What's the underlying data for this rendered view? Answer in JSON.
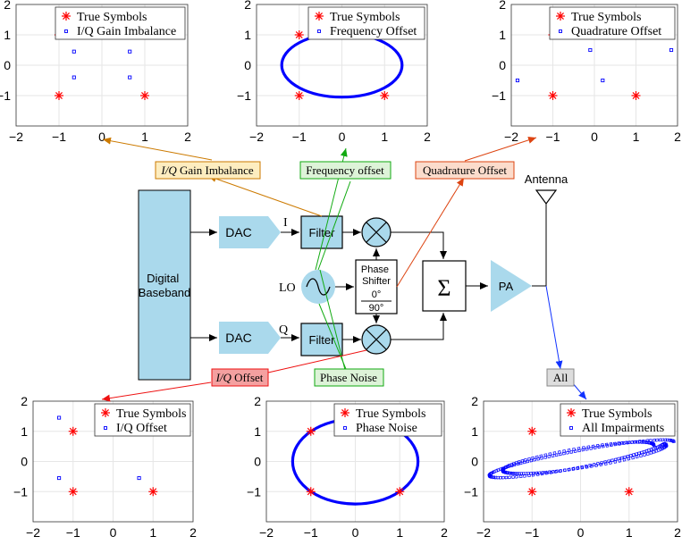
{
  "colors": {
    "block_fill": "#aad9ec",
    "true_symbol": "#ff0000",
    "measured_symbol": "#0000ff",
    "arrow_gain": "#cc7a00",
    "arrow_freq": "#11aa11",
    "arrow_quad": "#dd4411",
    "arrow_iq_offset": "#ee1111",
    "arrow_phase": "#11aa11",
    "arrow_all": "#1133ff",
    "label_gain_bg": "#fdedc0",
    "label_green_bg": "#ddf3d8",
    "label_quad_bg": "#fbdccc",
    "label_iq_offset_bg": "#f4a0a0",
    "label_all_bg": "#dddddd"
  },
  "blocks": {
    "digital_baseband": "Digital\nBaseband",
    "dac_i": "DAC",
    "dac_q": "DAC",
    "filter_i": "Filter",
    "filter_q": "Filter",
    "i_label": "I",
    "q_label": "Q",
    "lo": "LO",
    "phase_shifter": "Phase\nShifter",
    "phase_0": "0°",
    "phase_90": "90°",
    "sum": "Σ",
    "pa": "PA",
    "antenna": "Antenna"
  },
  "impairment_labels": {
    "gain": {
      "italic": "I/Q",
      "rest": " Gain Imbalance"
    },
    "freq": "Frequency offset",
    "quad": "Quadrature Offset",
    "iq_offset": {
      "italic": "I/Q",
      "rest": " Offset"
    },
    "phase": "Phase Noise",
    "all": "All"
  },
  "chart_data": [
    {
      "id": "gain-imbalance",
      "type": "scatter",
      "xlim": [
        -2,
        2
      ],
      "ylim": [
        -2,
        2
      ],
      "xticks": [
        -2,
        -1,
        0,
        1,
        2
      ],
      "yticks": [
        2,
        1,
        0,
        -1
      ],
      "legend": [
        "True Symbols",
        "I/Q Gain Imbalance"
      ],
      "true_points": [
        [
          -1,
          1
        ],
        [
          1,
          1
        ],
        [
          -1,
          -1
        ],
        [
          1,
          -1
        ]
      ],
      "impaired_points": [
        [
          -0.65,
          0.45
        ],
        [
          0.65,
          0.45
        ],
        [
          -0.65,
          -0.4
        ],
        [
          0.65,
          -0.4
        ]
      ]
    },
    {
      "id": "frequency-offset",
      "type": "scatter",
      "xlim": [
        -2,
        2
      ],
      "ylim": [
        -2,
        2
      ],
      "xticks": [
        -2,
        -1,
        0,
        1,
        2
      ],
      "yticks": [
        2,
        1,
        0,
        -1
      ],
      "legend": [
        "True Symbols",
        "Frequency Offset"
      ],
      "true_points": [
        [
          -1,
          1
        ],
        [
          1,
          1
        ],
        [
          -1,
          -1
        ],
        [
          1,
          -1
        ]
      ],
      "ellipse": {
        "cx": 0,
        "cy": 0,
        "rx": 1.41,
        "ry": 1.05
      }
    },
    {
      "id": "quadrature-offset",
      "type": "scatter",
      "xlim": [
        -2,
        2
      ],
      "ylim": [
        -2,
        2
      ],
      "xticks": [
        -2,
        -1,
        0,
        1,
        2
      ],
      "yticks": [
        2,
        1,
        0,
        -1
      ],
      "legend": [
        "True Symbols",
        "Quadrature Offset"
      ],
      "true_points": [
        [
          -1,
          1
        ],
        [
          1,
          1
        ],
        [
          -1,
          -1
        ],
        [
          1,
          -1
        ]
      ],
      "impaired_points": [
        [
          -1.85,
          -0.5
        ],
        [
          -0.1,
          0.5
        ],
        [
          0.2,
          -0.5
        ],
        [
          1.85,
          0.5
        ]
      ]
    },
    {
      "id": "iq-offset",
      "type": "scatter",
      "xlim": [
        -2,
        2
      ],
      "ylim": [
        -2,
        2
      ],
      "xticks": [
        -2,
        -1,
        0,
        1,
        2
      ],
      "yticks": [
        2,
        1,
        0,
        -1
      ],
      "legend": [
        "True Symbols",
        "I/Q Offset"
      ],
      "true_points": [
        [
          -1,
          1
        ],
        [
          1,
          1
        ],
        [
          -1,
          -1
        ],
        [
          1,
          -1
        ]
      ],
      "impaired_points": [
        [
          -1.35,
          1.45
        ],
        [
          0.65,
          1.45
        ],
        [
          -1.35,
          -0.55
        ],
        [
          0.65,
          -0.55
        ]
      ]
    },
    {
      "id": "phase-noise",
      "type": "scatter",
      "xlim": [
        -2,
        2
      ],
      "ylim": [
        -2,
        2
      ],
      "xticks": [
        -2,
        -1,
        0,
        1,
        2
      ],
      "yticks": [
        2,
        1,
        0,
        -1
      ],
      "legend": [
        "True Symbols",
        "Phase Noise"
      ],
      "true_points": [
        [
          -1,
          1
        ],
        [
          1,
          1
        ],
        [
          -1,
          -1
        ],
        [
          1,
          -1
        ]
      ],
      "ellipse": {
        "cx": 0,
        "cy": 0,
        "rx": 1.41,
        "ry": 1.41
      }
    },
    {
      "id": "all-impairments",
      "type": "scatter",
      "xlim": [
        -2,
        2
      ],
      "ylim": [
        -2,
        2
      ],
      "xticks": [
        -2,
        -1,
        0,
        1,
        2
      ],
      "yticks": [
        2,
        1,
        0,
        -1
      ],
      "legend": [
        "True Symbols",
        "All Impairments"
      ],
      "true_points": [
        [
          -1,
          1
        ],
        [
          1,
          1
        ],
        [
          -1,
          -1
        ],
        [
          1,
          -1
        ]
      ],
      "tilted_ellipse": {
        "cx": 0,
        "cy": 0.1,
        "rx": 1.75,
        "ry": 0.3,
        "angle_deg": 10
      }
    }
  ]
}
